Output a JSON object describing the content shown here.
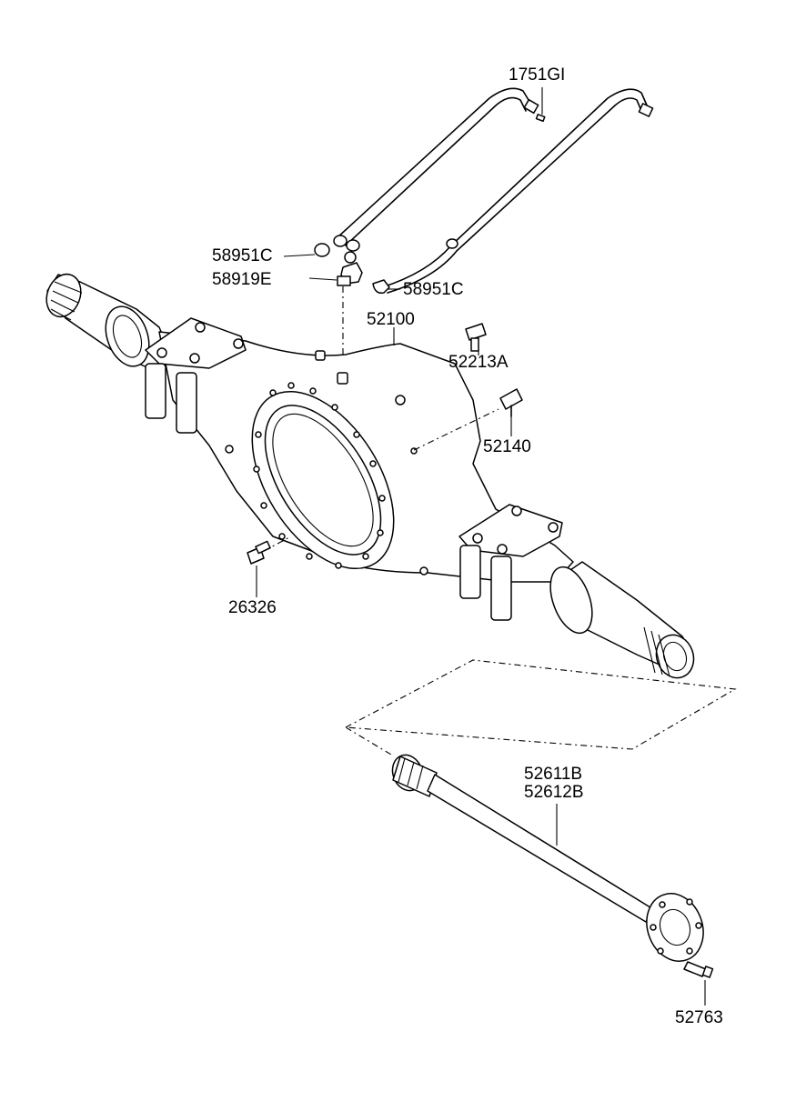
{
  "labels": {
    "hose": "1751GI",
    "connector_left": "58951C",
    "bracket": "58919E",
    "connector_right": "58951C",
    "housing": "52100",
    "plug": "52213A",
    "breather": "52140",
    "bolt_housing": "26326",
    "shaft_line1": "52611B",
    "shaft_line2": "52612B",
    "shaft_bolt": "52763"
  }
}
